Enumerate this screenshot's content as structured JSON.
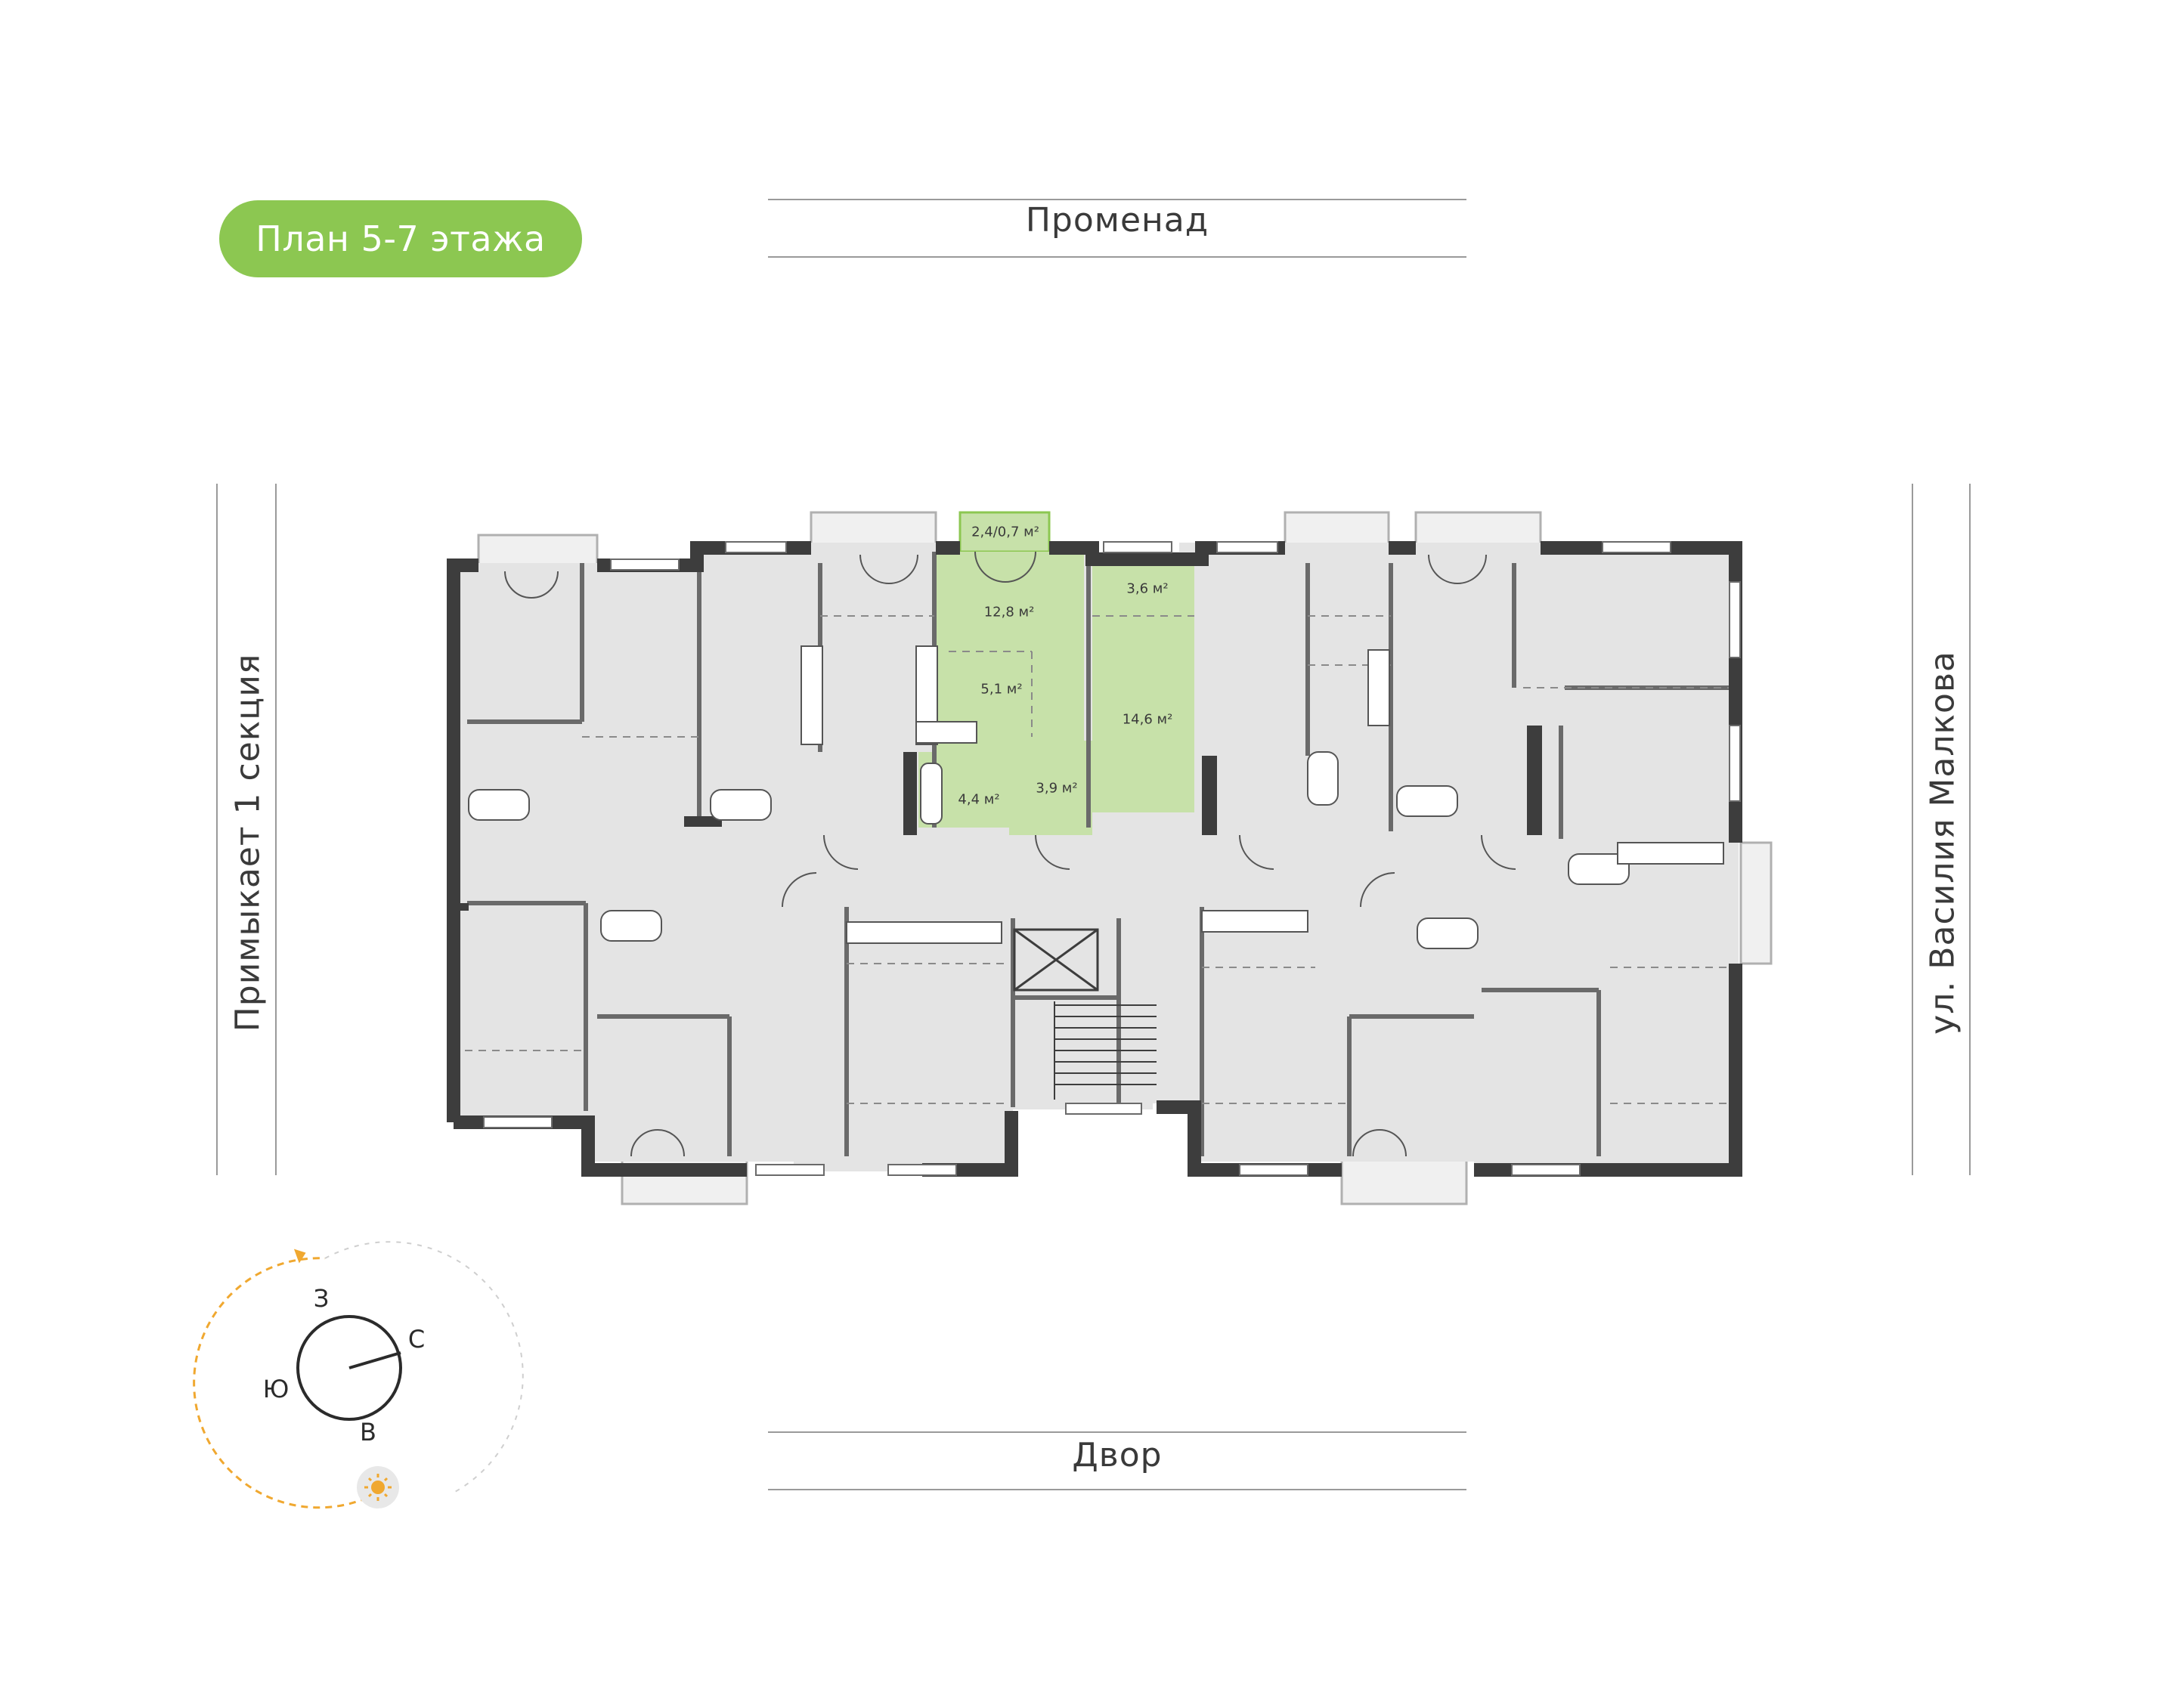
{
  "badge": {
    "label": "План 5-7 этажа"
  },
  "streets": {
    "top": "Променад",
    "bottom": "Двор",
    "left": "Примыкает 1 секция",
    "right": "ул. Василия Малкова"
  },
  "apartment": {
    "rooms": [
      {
        "id": "balcony",
        "label": "2,4/0,7 м²"
      },
      {
        "id": "living",
        "label": "12,8 м²"
      },
      {
        "id": "kitchen",
        "label": "5,1 м²"
      },
      {
        "id": "bathroom",
        "label": "4,4 м²"
      },
      {
        "id": "hall",
        "label": "3,9 м²"
      },
      {
        "id": "wardrobe",
        "label": "3,6 м²"
      },
      {
        "id": "bedroom",
        "label": "14,6 м²"
      }
    ]
  },
  "compass": {
    "north": "С",
    "south": "Ю",
    "west": "З",
    "east": "В",
    "sun_icon": "sun-icon"
  },
  "colors": {
    "accent": "#8cc751",
    "highlight": "#c7e1a9",
    "wall": "#3d3d3d",
    "floor": "#e4e4e4",
    "orbit": "#f0a830"
  }
}
